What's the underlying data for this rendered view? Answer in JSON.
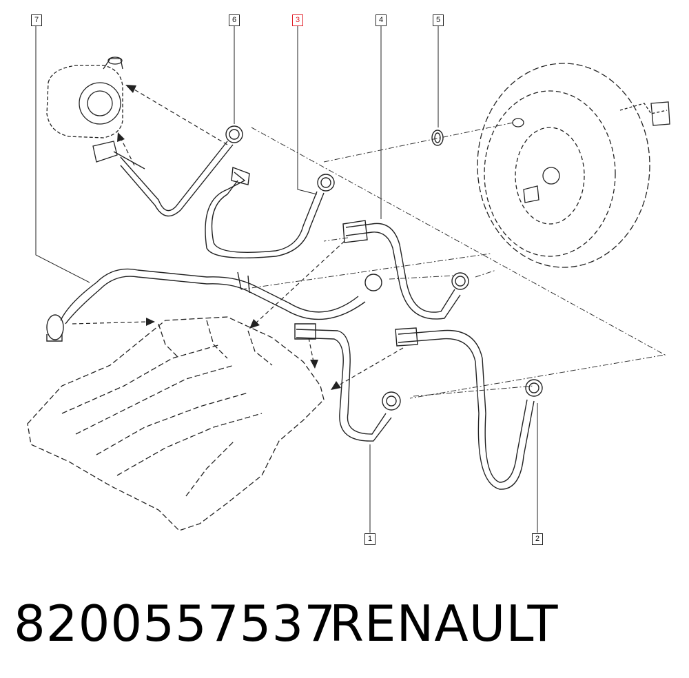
{
  "callouts": {
    "c1": "1",
    "c2": "2",
    "c3": "3",
    "c4": "4",
    "c5": "5",
    "c6": "6",
    "c7": "7"
  },
  "highlighted_callout": "3",
  "highlight_color": "#e01b24",
  "caption": {
    "part_number": "8200557537",
    "brand": "RENAULT"
  }
}
